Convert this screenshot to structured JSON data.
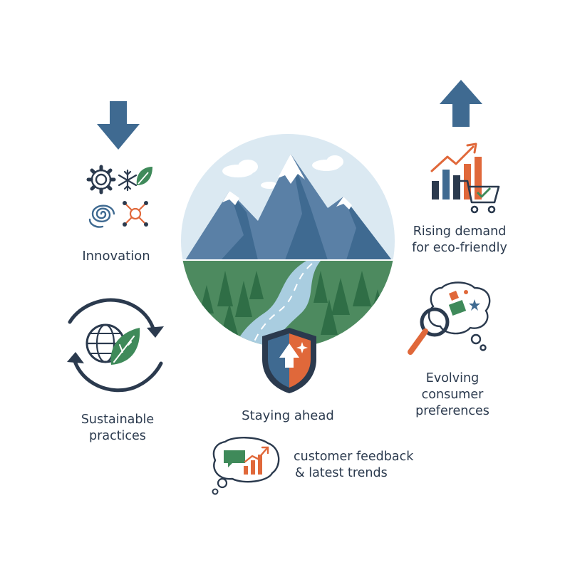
{
  "labels": {
    "innovation": "Innovation",
    "rising_demand_line1": "Rising demand",
    "rising_demand_line2": "for eco-friendly",
    "evolving_line1": "Evolving",
    "evolving_line2": "consumer",
    "evolving_line3": "preferences",
    "sustainable_line1": "Sustainable",
    "sustainable_line2": "practices",
    "staying_ahead": "Staying ahead",
    "feedback_line1": "customer feedback",
    "feedback_line2": "& latest trends"
  },
  "icons": {
    "innovation_down_arrow": "arrow-down-icon",
    "demand_up_arrow": "arrow-up-icon",
    "innovation_cluster": [
      "gear-icon",
      "snowflake-icon",
      "leaf-icon",
      "swirl-icon",
      "network-icon"
    ],
    "demand": [
      "bar-chart-icon",
      "shopping-cart-icon"
    ],
    "preferences": [
      "magnifier-icon",
      "thought-bubble-icon"
    ],
    "sustainable": [
      "cycle-arrows-icon",
      "globe-leaf-icon"
    ],
    "staying_ahead": "shield-icon",
    "feedback": "speech-bubble-chart-icon"
  },
  "colors": {
    "navy": "#2b3a4e",
    "blue": "#3f6a91",
    "green": "#3f8a5a",
    "orange": "#e0683a",
    "sky": "#dbe9f2"
  }
}
